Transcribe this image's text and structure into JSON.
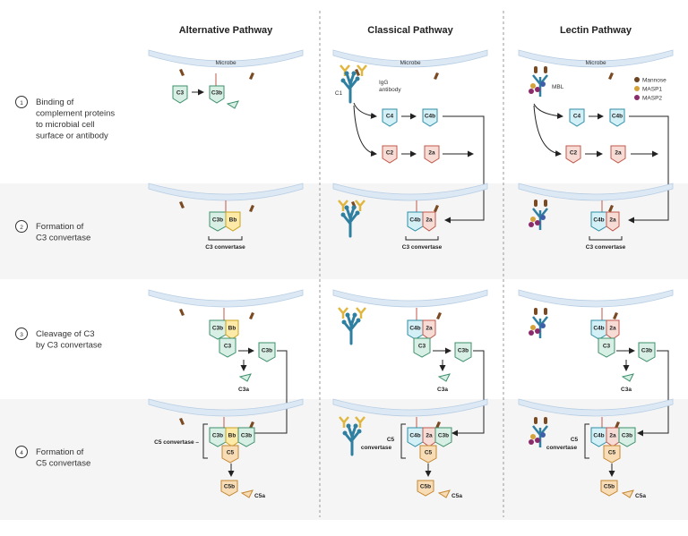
{
  "headers": {
    "alternative": "Alternative Pathway",
    "classical": "Classical Pathway",
    "lectin": "Lectin Pathway"
  },
  "steps": [
    {
      "number": "1",
      "lines": [
        "Binding of",
        "complement proteins",
        "to microbial cell",
        "surface or antibody"
      ]
    },
    {
      "number": "2",
      "lines": [
        "Formation of",
        "C3 convertase"
      ]
    },
    {
      "number": "3",
      "lines": [
        "Cleavage of C3",
        "by C3 convertase"
      ]
    },
    {
      "number": "4",
      "lines": [
        "Formation of",
        "C5 convertase"
      ]
    }
  ],
  "labels": {
    "microbe": "Microbe",
    "c1": "C1",
    "igg": [
      "IgG",
      "antibody"
    ],
    "mbl": "MBL",
    "c3": "C3",
    "c3a": "C3a",
    "c3b": "C3b",
    "bb": "Bb",
    "c4": "C4",
    "c4b": "C4b",
    "c2": "C2",
    "a2": "2a",
    "c5": "C5",
    "c5a": "C5a",
    "c5b": "C5b",
    "c3_convertase": "C3 convertase",
    "c5_convertase": "C5 convertase",
    "c5_convertase_split": [
      "C5",
      "convertase"
    ]
  },
  "legend": [
    {
      "name": "Mannose",
      "color": "#6b4423"
    },
    {
      "name": "MASP1",
      "color": "#d4a23a"
    },
    {
      "name": "MASP2",
      "color": "#8a2b6b"
    }
  ],
  "colors": {
    "band": "#f5f5f5",
    "membrane": "#dce9f5",
    "receptor": "#7a4a22",
    "c3": "#d7efe5",
    "c3_stroke": "#3e8f6c",
    "bb": "#fde9a8",
    "bb_stroke": "#c9a21f",
    "c4": "#d3f0f6",
    "c4_stroke": "#2f8ea6",
    "c2": "#f7dcd5",
    "c2_stroke": "#c0574a",
    "c5": "#f8dcb5",
    "c5_stroke": "#c48732",
    "antibody": "#e1b63e",
    "c1": "#2f7fa0"
  }
}
